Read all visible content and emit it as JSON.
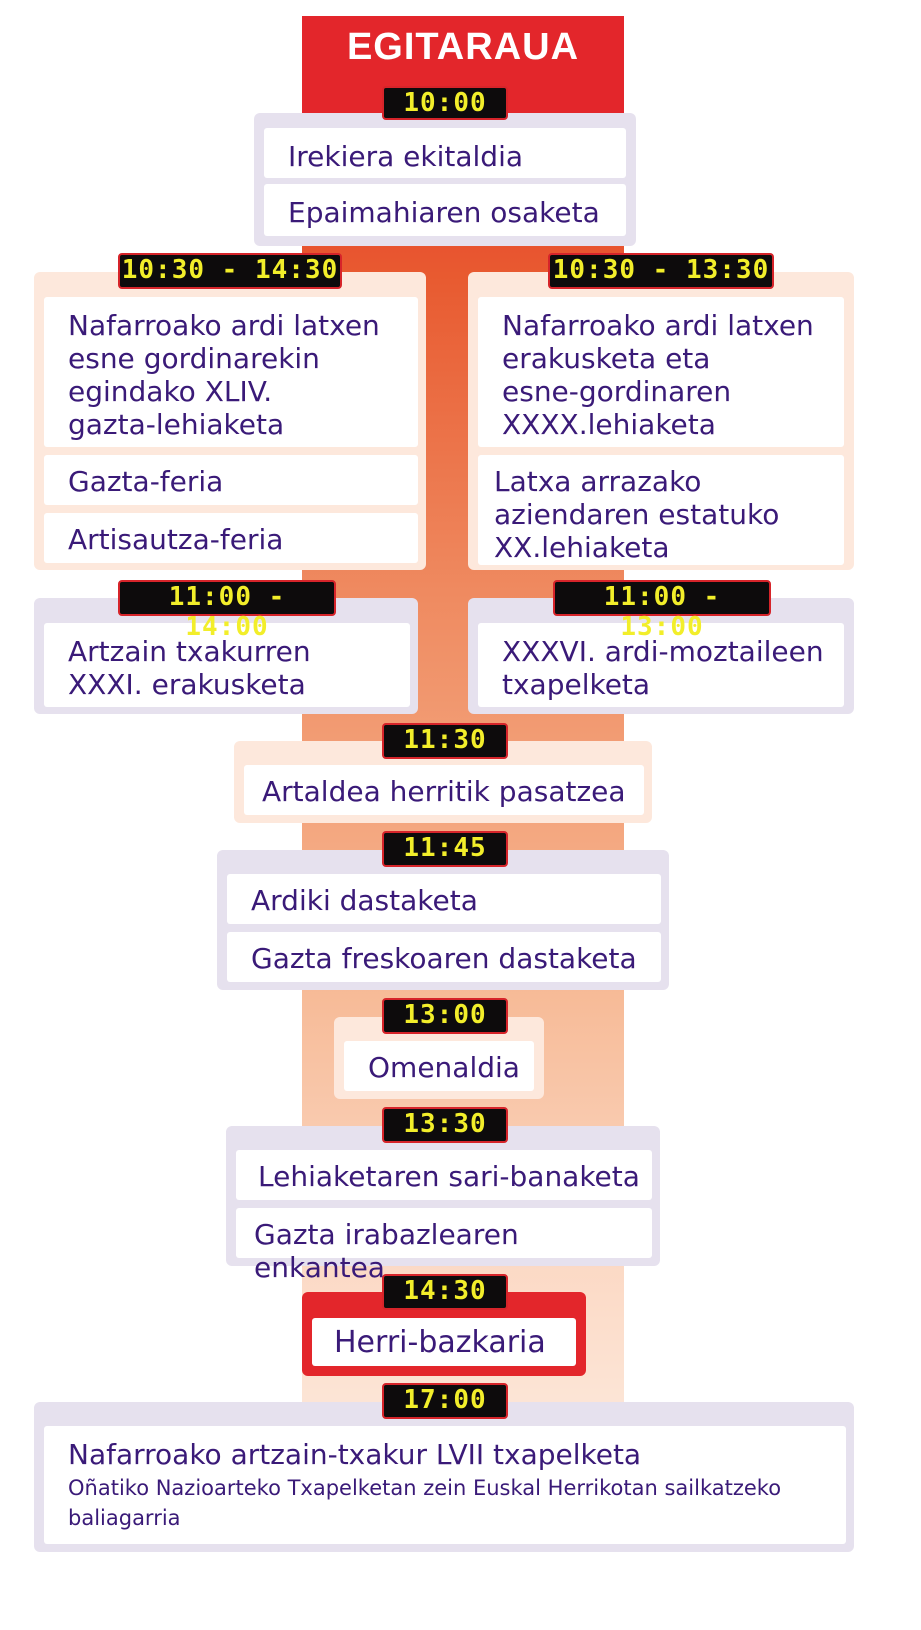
{
  "title": "EGITARAUA",
  "schedule": {
    "t1000": "10:00",
    "opening": [
      "Irekiera ekitaldia",
      "Epaimahiaren osaketa"
    ],
    "left_morning_time": "10:30 - 14:30",
    "left_morning": [
      "Nafarroako ardi latxen\nesne gordinarekin\negindako XLIV.\ngazta-lehiaketa",
      "Gazta-feria",
      "Artisautza-feria"
    ],
    "right_morning_time": "10:30 - 13:30",
    "right_morning": [
      "Nafarroako ardi latxen\nerakusketa eta\nesne-gordinaren\nXXXX.lehiaketa",
      "Latxa arrazako\naziendaren estatuko\nXX.lehiaketa"
    ],
    "left_mid_time": "11:00 - 14:00",
    "left_mid": "Artzain txakurren\nXXXI. erakusketa",
    "right_mid_time": "11:00 - 13:00",
    "right_mid": "XXXVI. ardi-moztaileen\ntxapelketa",
    "t1130": "11:30",
    "parade": "Artaldea herritik pasatzea",
    "t1145": "11:45",
    "tasting": [
      "Ardiki dastaketa",
      "Gazta freskoaren dastaketa"
    ],
    "t1300": "13:00",
    "tribute": "Omenaldia",
    "t1330": "13:30",
    "awards": [
      "Lehiaketaren sari-banaketa",
      "Gazta irabazlearen enkantea"
    ],
    "t1430": "14:30",
    "lunch": "Herri-bazkaria",
    "t1700": "17:00",
    "final_title": "Nafarroako artzain-txakur LVII txapelketa",
    "final_sub": "Oñatiko Nazioarteko Txapelketan zein Euskal Herrikotan sailkatzeko baliagarria"
  },
  "colors": {
    "accent_red": "#e3262b",
    "text_purple": "#3a1a78",
    "time_digits": "#f2ee2a",
    "panel_purple": "#e6e1ee",
    "panel_peach": "#fde8dc"
  }
}
